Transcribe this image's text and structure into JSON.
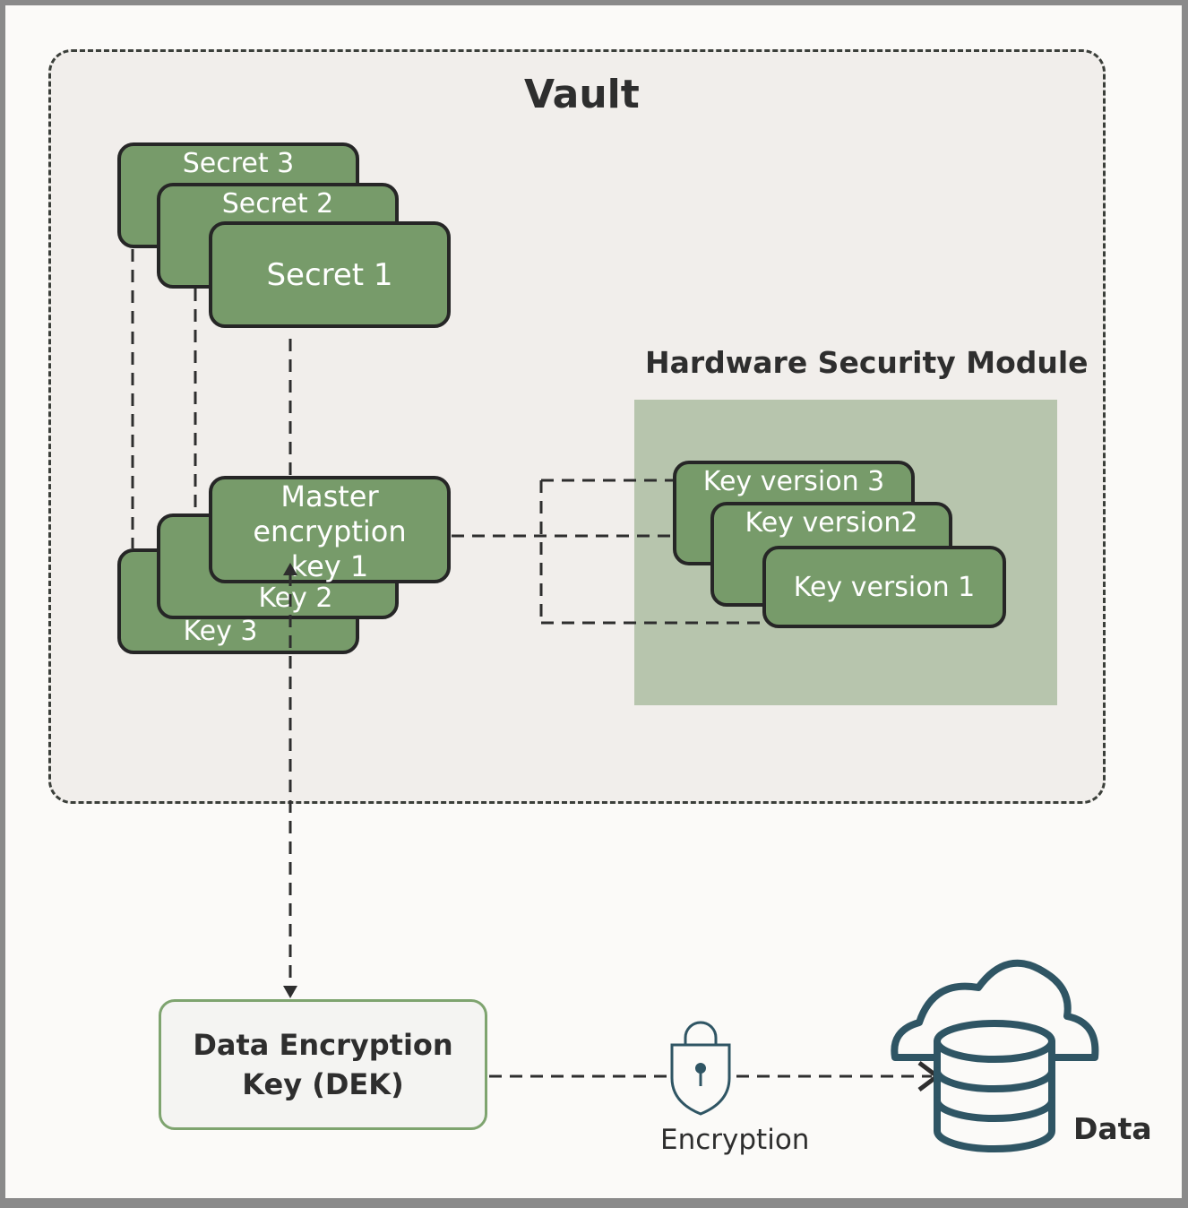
{
  "vault": {
    "title": "Vault"
  },
  "secrets": {
    "items": [
      "Secret 3",
      "Secret 2",
      "Secret 1"
    ]
  },
  "keys": {
    "items": [
      "Key 3",
      "Key 2"
    ],
    "master_line1": "Master",
    "master_line2": "encryption",
    "master_line3": "key 1"
  },
  "hsm": {
    "title": "Hardware Security Module",
    "key_versions": [
      "Key version 3",
      "Key version2",
      "Key version 1"
    ]
  },
  "dek": {
    "line1": "Data Encryption",
    "line2": "Key (DEK)"
  },
  "encryption": {
    "label": "Encryption",
    "icon": "padlock-shield-icon"
  },
  "data": {
    "label": "Data",
    "icon": "cloud-database-icon"
  },
  "colors": {
    "card_fill": "#779b6a",
    "card_border": "#262626",
    "vault_bg": "#f1eeeb",
    "hsm_bg": "#b7c5ad",
    "dek_border": "#7ea46f",
    "icon_stroke": "#2f5564"
  }
}
